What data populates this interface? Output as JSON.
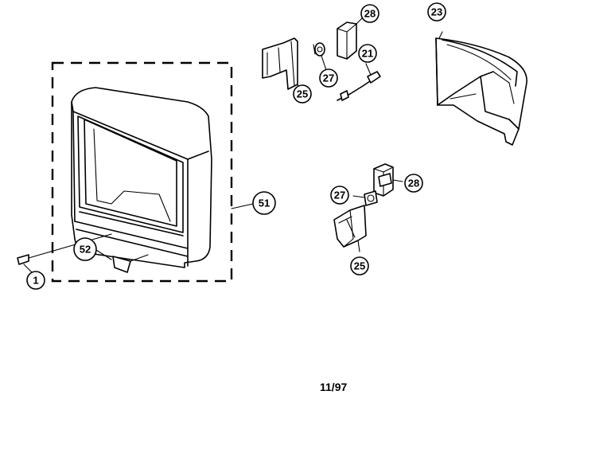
{
  "callouts": {
    "c1": "1",
    "c21": "21",
    "c23": "23",
    "c25a": "25",
    "c25b": "25",
    "c27a": "27",
    "c27b": "27",
    "c28a": "28",
    "c28b": "28",
    "c51": "51",
    "c52": "52"
  },
  "footer": {
    "date": "11/97"
  }
}
